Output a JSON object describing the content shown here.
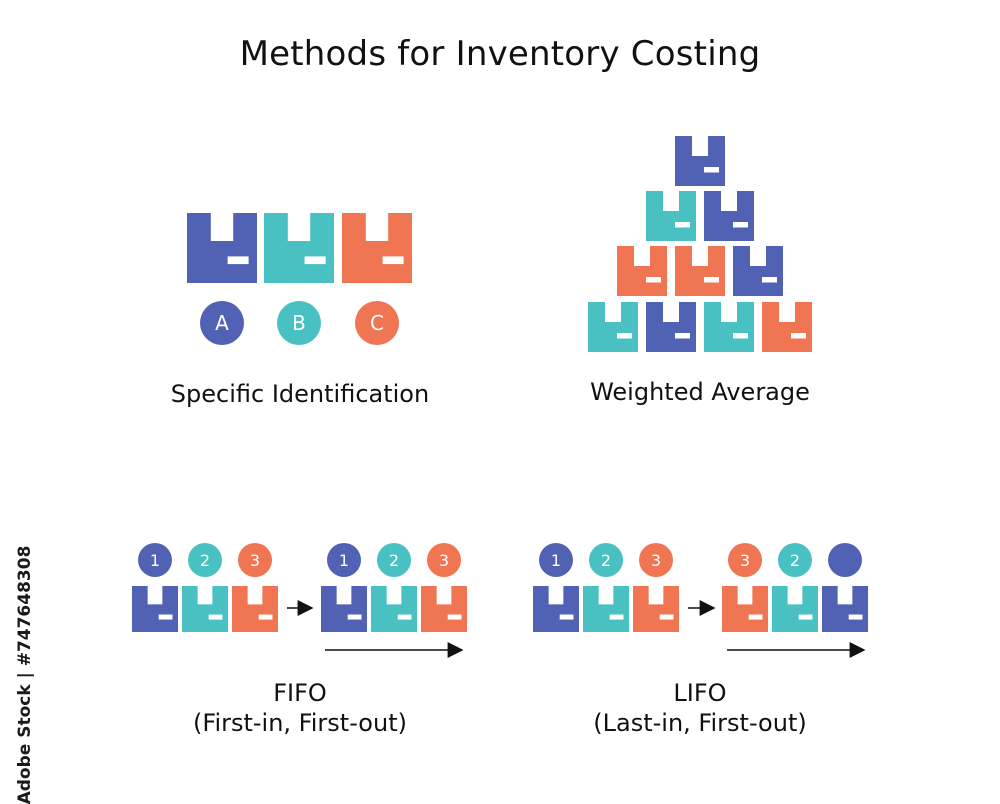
{
  "title": "Methods for Inventory Costing",
  "colors": {
    "blue": "#5162b5",
    "teal": "#49c1c3",
    "orange": "#ef7553",
    "text": "#111111"
  },
  "icon": "box-icon",
  "specific_identification": {
    "label": "Specific Identification",
    "boxes": [
      {
        "color": "blue",
        "tag": "A"
      },
      {
        "color": "teal",
        "tag": "B"
      },
      {
        "color": "orange",
        "tag": "C"
      }
    ]
  },
  "weighted_average": {
    "label": "Weighted Average",
    "rows": [
      [
        "blue"
      ],
      [
        "teal",
        "blue"
      ],
      [
        "orange",
        "orange",
        "blue"
      ],
      [
        "teal",
        "blue",
        "teal",
        "orange"
      ]
    ]
  },
  "fifo": {
    "label_line1": "FIFO",
    "label_line2": "(First-in, First-out)",
    "before": [
      {
        "color": "blue",
        "num": "1"
      },
      {
        "color": "teal",
        "num": "2"
      },
      {
        "color": "orange",
        "num": "3"
      }
    ],
    "after": [
      {
        "color": "blue",
        "num": "1"
      },
      {
        "color": "teal",
        "num": "2"
      },
      {
        "color": "orange",
        "num": "3"
      }
    ]
  },
  "lifo": {
    "label_line1": "LIFO",
    "label_line2": "(Last-in, First-out)",
    "before": [
      {
        "color": "blue",
        "num": "1"
      },
      {
        "color": "teal",
        "num": "2"
      },
      {
        "color": "orange",
        "num": "3"
      }
    ],
    "after": [
      {
        "color": "orange",
        "num": "3"
      },
      {
        "color": "teal",
        "num": "2"
      },
      {
        "color": "blue",
        "num": ""
      }
    ]
  },
  "stock_id": "Adobe Stock | #747648308"
}
